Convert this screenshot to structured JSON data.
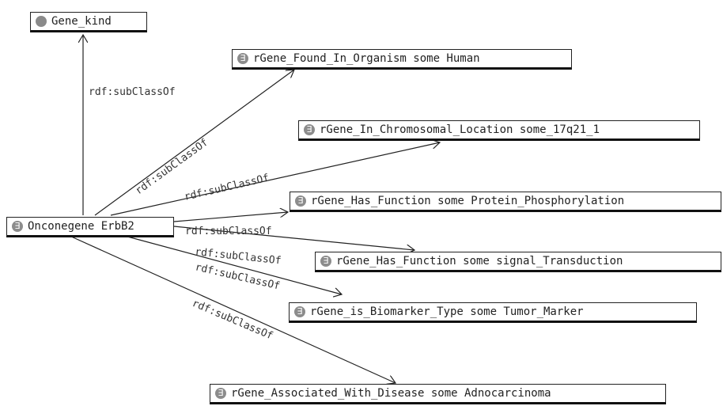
{
  "edge_label": "rdf:subClassOf",
  "existential_symbol": "∃",
  "nodes": {
    "gene_kind": "Gene_kind",
    "onconegene": "Onconegene ErbB2",
    "organism": "rGene_Found_In_Organism some Human",
    "chromosomal": "rGene_In_Chromosomal_Location some_17q21_1",
    "phosphorylation": "rGene_Has_Function some Protein_Phosphorylation",
    "transduction": "rGene_Has_Function some signal_Transduction",
    "biomarker": "rGene_is_Biomarker_Type some Tumor_Marker",
    "disease": "rGene_Associated_With_Disease some Adnocarcinoma"
  }
}
